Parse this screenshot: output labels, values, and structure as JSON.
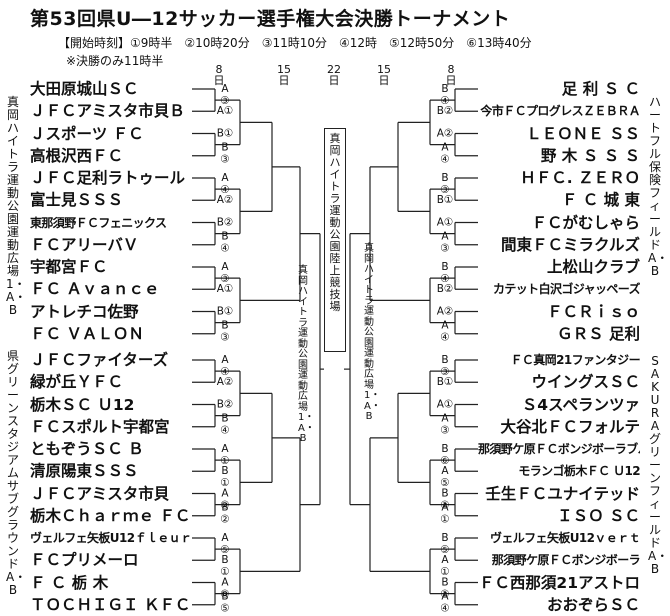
{
  "title": "第53回県U―12サッカー選手権大会決勝トーナメント",
  "start_times": "【開始時刻】①9時半　②10時20分　③11時10分　④12時　⑤12時50分　⑥13時40分",
  "final_note": "※決勝のみ11時半",
  "round_labels": {
    "r8": "8日",
    "r15": "15日",
    "r22": "22日"
  },
  "venues": {
    "left_top": "真岡ハイトラ運動公園運動広場1・A・B",
    "left_bottom": "県グリーンスタジアムサブグラウンドA・B",
    "right_top": "ハートフル保険フィールドA・B",
    "right_bottom": "SAKURAグリーンフィールドA・B",
    "center_final": "真岡ハイトラ運動公園陸上競技場",
    "center_left": "真岡ハイトラ運動公園運動広場1・A・B",
    "center_right": "真岡ハイトラ運動公園運動広場1・A・B"
  },
  "teams_left": [
    "大田原城山ＳＣ",
    "ＪＦＣアミスタ市貝Ｂ",
    "Ｊスポーツ ＦＣ",
    "高根沢西ＦＣ",
    "ＪＦＣ足利ラトゥール",
    "富士見ＳＳＳ",
    "東那須野ＦＣフェニックス",
    "ＦＣアリーバＶ",
    "宇都宮ＦＣ",
    "ＦＣ Ａｖａｎｃｅ",
    "アトレチコ佐野",
    "ＦＣ ＶＡＬＯＮ",
    "ＪＦＣファイターズ",
    "緑が丘ＹＦＣ",
    "栃木ＳＣ Ｕ12",
    "ＦＣスポルト宇都宮",
    "ともぞうＳＣ Ｂ",
    "清原陽東ＳＳＳ",
    "ＪＦＣアミスタ市貝",
    "栃木Ｃｈａｒｍｅ ＦＣ",
    "ヴェルフェ矢板U12ｆｌｅｕｒ",
    "ＦＣプリメーロ",
    "Ｆ Ｃ 栃 木",
    "ＴＯＣＨＩＧＩ ＫＦＣ"
  ],
  "teams_right": [
    "足 利 Ｓ Ｃ",
    "今市ＦＣプログレスＺＥＢＲＡ",
    "ＬＥＯＮＥ ＳＳ",
    "野 木 Ｓ Ｓ Ｓ",
    "ＨＦＣ. ＺＥＲＯ",
    "Ｆ Ｃ 城 東",
    "ＦＣがむしゃら",
    "間東ＦＣミラクルズ",
    "上松山クラブ",
    "カテット白沢ゴジャッペーズ",
    "ＦＣＲｉｓｏ",
    "ＧＲＳ 足利",
    "ＦＣ真岡21ファンタジー",
    "ウイングスＳＣ",
    "Ｓ4スペランツァ",
    "大谷北ＦＣフォルテ",
    "那須野ケ原ＦＣボンジボーラブルー",
    "モランゴ栃木ＦＣ Ｕ12",
    "壬生ＦＣユナイテッド",
    "ＩＳＯ ＳＣ",
    "ヴェルフェ矢板U12ｖｅｒｔ",
    "那須野ケ原ＦＣボンジボーラ",
    "ＦＣ西那須21アストロ",
    "おおぞらＳＣ"
  ],
  "match_labels_left": [
    [
      "A",
      "③"
    ],
    [
      "A①"
    ],
    [
      "B①"
    ],
    [
      "B",
      "③"
    ],
    [
      "A",
      "④"
    ],
    [
      "A②"
    ],
    [
      "B②"
    ],
    [
      "B",
      "④"
    ],
    [
      "A",
      "③"
    ],
    [
      "A①"
    ],
    [
      "B①"
    ],
    [
      "B",
      "③"
    ],
    [
      "A",
      "④"
    ],
    [
      "A②"
    ],
    [
      "B②"
    ],
    [
      "B",
      "④"
    ],
    [
      "A",
      "①"
    ],
    [
      "B",
      "①"
    ],
    [
      "A",
      "②"
    ],
    [
      "B",
      "②"
    ],
    [
      "A",
      "⑤"
    ],
    [
      "B",
      "①"
    ],
    [
      "A",
      "⑥"
    ],
    [
      "B",
      "⑤"
    ]
  ],
  "match_labels_right": [
    [
      "B",
      "④"
    ],
    [
      "B②"
    ],
    [
      "A②"
    ],
    [
      "A",
      "④"
    ],
    [
      "B",
      "③"
    ],
    [
      "B①"
    ],
    [
      "A①"
    ],
    [
      "A",
      "③"
    ],
    [
      "B",
      "④"
    ],
    [
      "B②"
    ],
    [
      "A②"
    ],
    [
      "A",
      "④"
    ],
    [
      "B",
      "③"
    ],
    [
      "B①"
    ],
    [
      "A①"
    ],
    [
      "A",
      "③"
    ],
    [
      "B",
      "⑥"
    ],
    [
      "A",
      "⑤"
    ],
    [
      "B",
      "②"
    ],
    [
      "A",
      "①"
    ],
    [
      "B",
      "⑤"
    ],
    [
      "A",
      "①"
    ],
    [
      "B",
      "②"
    ],
    [
      "A",
      "④"
    ]
  ]
}
